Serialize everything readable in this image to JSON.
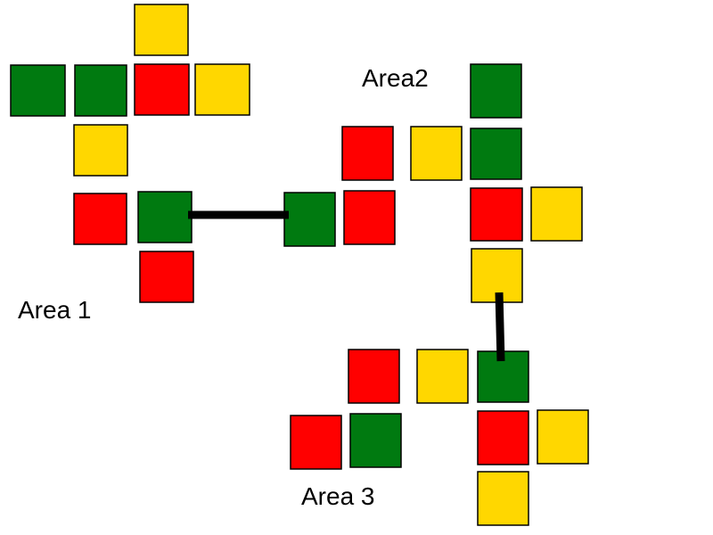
{
  "labels": {
    "area_1": "Area 1",
    "area_2": "Area2",
    "area_3": "Area 3"
  },
  "colors": {
    "green": "#007A10",
    "red": "#FF0000",
    "yellow": "#FFD700",
    "outline": "#000000",
    "connector": "#000000"
  },
  "areas": [
    {
      "name": "Area 1",
      "squares": [
        "yellow",
        "green",
        "green",
        "red",
        "yellow",
        "yellow",
        "red",
        "green",
        "red"
      ]
    },
    {
      "name": "Area2",
      "squares": [
        "green",
        "red",
        "yellow",
        "green",
        "green",
        "red",
        "red",
        "yellow",
        "yellow"
      ]
    },
    {
      "name": "Area 3",
      "squares": [
        "red",
        "yellow",
        "green",
        "red",
        "green",
        "red",
        "yellow",
        "yellow"
      ]
    }
  ],
  "connectors": [
    {
      "from": "Area 1",
      "to": "Area2"
    },
    {
      "from": "Area2",
      "to": "Area 3"
    }
  ]
}
